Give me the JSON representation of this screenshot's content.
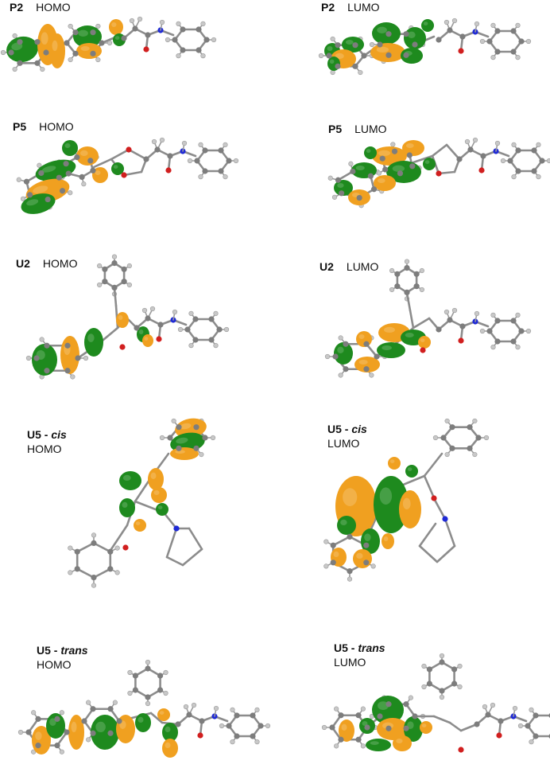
{
  "colors": {
    "lobe_positive": "#1e8a1e",
    "lobe_negative": "#f0a020",
    "atom_carbon": "#7d7d7d",
    "atom_hydrogen": "#c8c8c8",
    "atom_oxygen": "#d11f1f",
    "atom_nitrogen": "#1f2ad6"
  },
  "panels": {
    "p2_homo": {
      "id": "P2",
      "orbital": "HOMO"
    },
    "p2_lumo": {
      "id": "P2",
      "orbital": "LUMO"
    },
    "p5_homo": {
      "id": "P5",
      "orbital": "HOMO"
    },
    "p5_lumo": {
      "id": "P5",
      "orbital": "LUMO"
    },
    "u2_homo": {
      "id": "U2",
      "orbital": "HOMO"
    },
    "u2_lumo": {
      "id": "U2",
      "orbital": "LUMO"
    },
    "u5cis_homo": {
      "id": "U5 - ",
      "isomer": "cis",
      "orbital": "HOMO"
    },
    "u5cis_lumo": {
      "id": "U5 - ",
      "isomer": "cis",
      "orbital": "LUMO"
    },
    "u5trans_homo": {
      "id": "U5 - ",
      "isomer": "trans",
      "orbital": "HOMO"
    },
    "u5trans_lumo": {
      "id": "U5 - ",
      "isomer": "trans",
      "orbital": "LUMO"
    }
  }
}
